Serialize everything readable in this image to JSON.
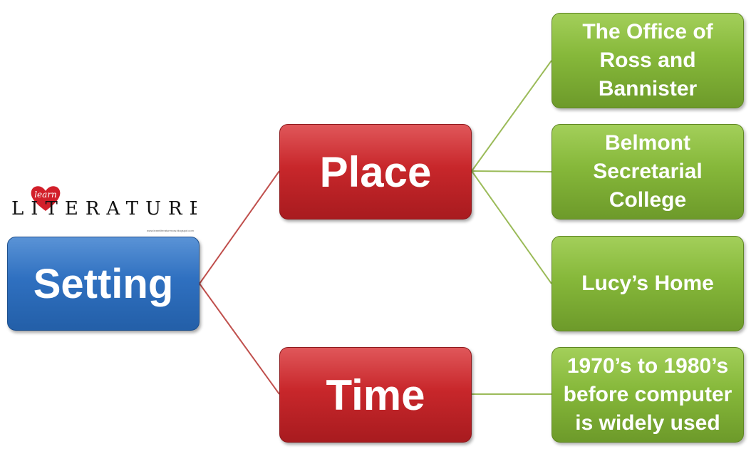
{
  "diagram": {
    "root": {
      "label": "Setting",
      "color": "#2f70c0"
    },
    "branches": [
      {
        "label": "Place",
        "color": "#c8272b",
        "children": [
          "The Office of Ross and Bannister",
          "Belmont Secretarial College",
          "Lucy’s Home"
        ]
      },
      {
        "label": "Time",
        "color": "#c8272b",
        "children": [
          "1970’s to 1980’s before computer is widely used"
        ]
      }
    ],
    "leaf_color": "#86b83a",
    "connector_colors": {
      "root": "#c0504d",
      "place": "#9bbb59",
      "time": "#9bbb59"
    }
  },
  "logo": {
    "heart_text": "learn",
    "wordmark": "LITERATURE",
    "url": "www.learnliteraturenow.blogspot.com"
  }
}
